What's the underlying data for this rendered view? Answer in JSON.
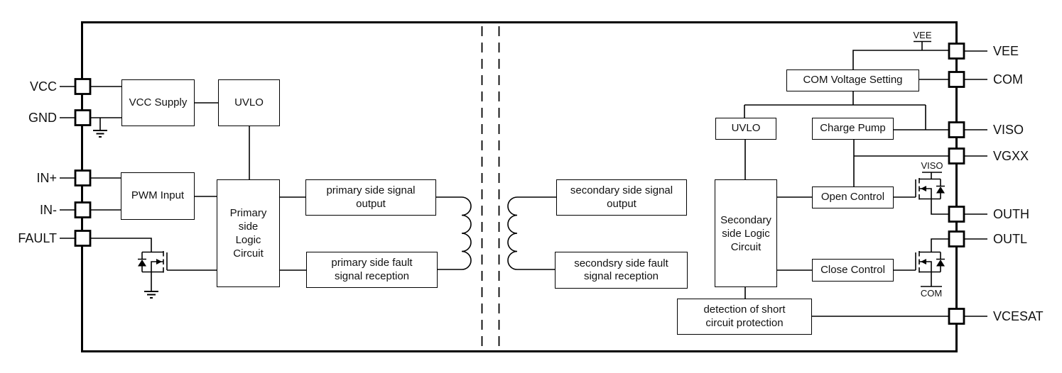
{
  "diagram": {
    "pins": {
      "left": [
        {
          "label": "VCC"
        },
        {
          "label": "GND"
        },
        {
          "label": "IN+"
        },
        {
          "label": "IN-"
        },
        {
          "label": "FAULT"
        }
      ],
      "right": [
        {
          "label": "VEE"
        },
        {
          "label": "COM"
        },
        {
          "label": "VISO"
        },
        {
          "label": "VGXX"
        },
        {
          "label": "OUTH"
        },
        {
          "label": "OUTL"
        },
        {
          "label": "VCESAT"
        }
      ]
    },
    "blocks": {
      "vcc_supply": "VCC Supply",
      "uvlo_primary": "UVLO",
      "pwm_input": "PWM Input",
      "primary_logic": "Primary side Logic Circuit",
      "primary_signal_output": "primary side signal output",
      "primary_fault_reception": "primary side fault signal reception",
      "secondary_signal_output": "secondary side signal output",
      "secondary_fault_reception": "secondsry side fault signal reception",
      "secondary_logic": "Secondary side Logic Circuit",
      "com_voltage_setting": "COM Voltage Setting",
      "uvlo_secondary": "UVLO",
      "charge_pump": "Charge Pump",
      "open_control": "Open Control",
      "close_control": "Close Control",
      "short_circuit_detection": "detection of short circuit protection"
    },
    "rails": {
      "vee": "VEE",
      "viso": "VISO",
      "com": "COM"
    },
    "colors": {
      "line": "#000000",
      "background": "#ffffff"
    }
  }
}
